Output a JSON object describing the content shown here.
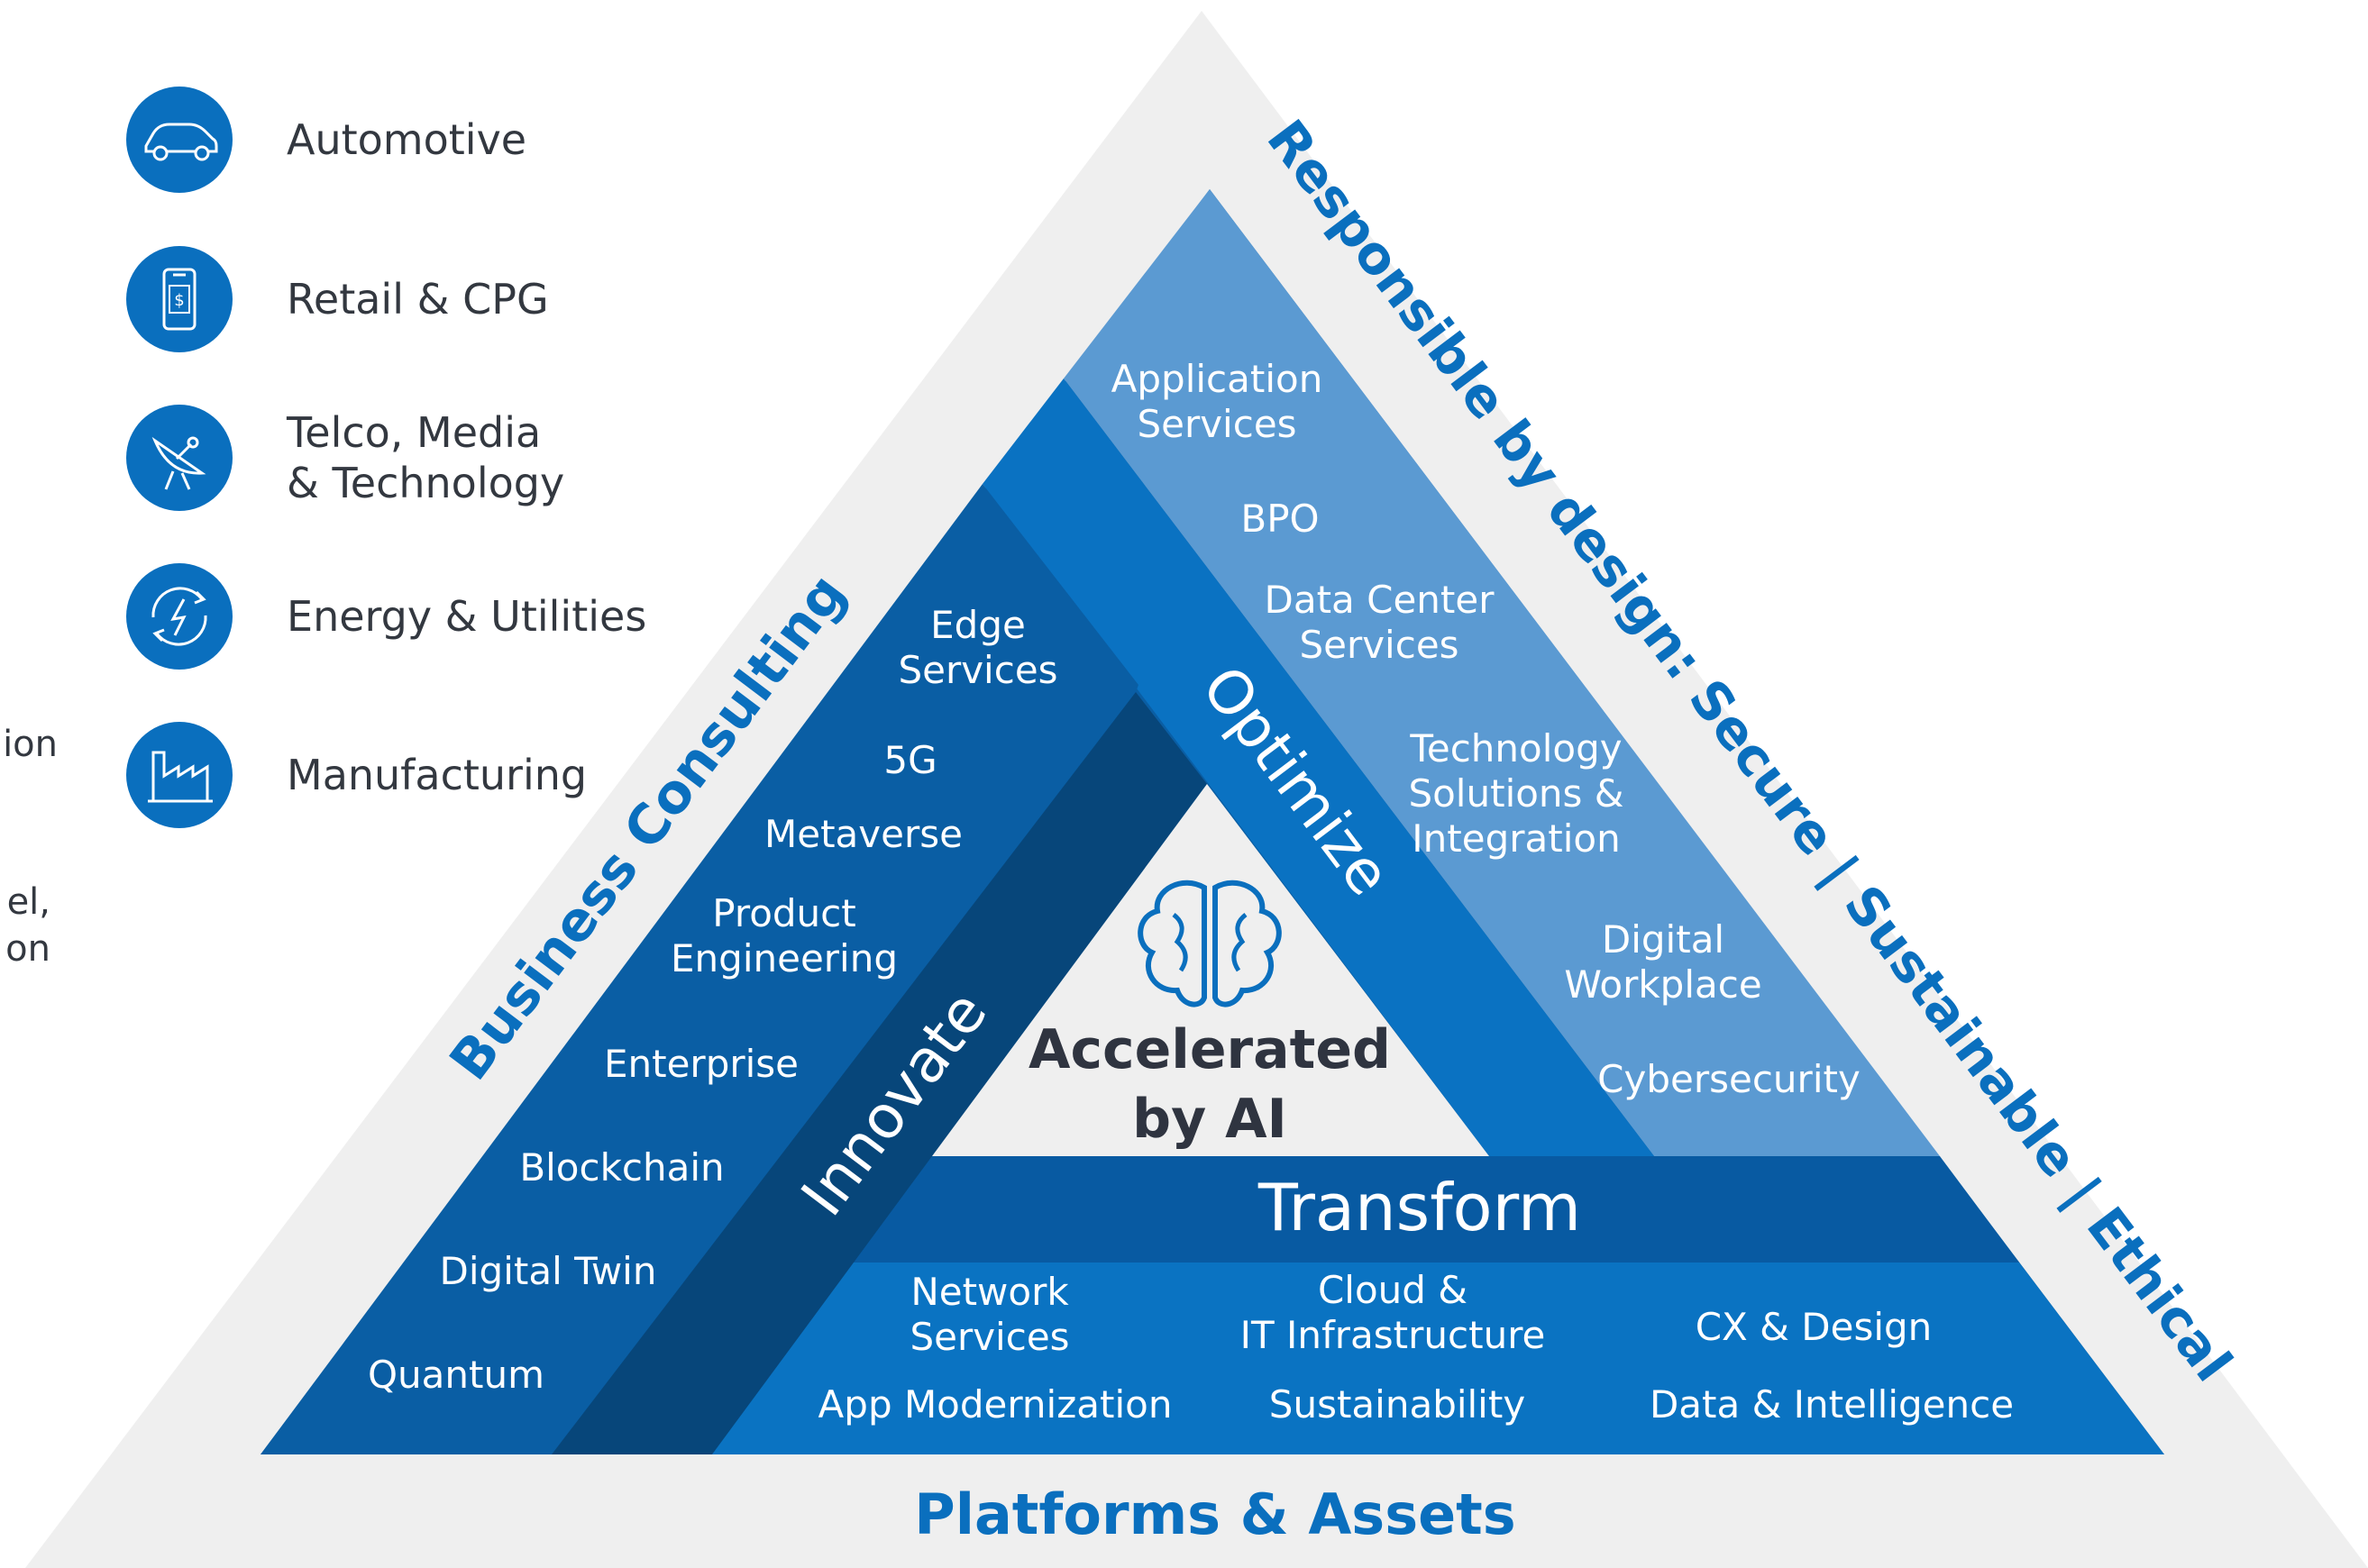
{
  "industries": [
    {
      "label": "Automotive",
      "icon": "car-icon"
    },
    {
      "label": "Retail & CPG",
      "icon": "mobile-payment-icon"
    },
    {
      "label": "Telco, Media\n& Technology",
      "icon": "satellite-dish-icon"
    },
    {
      "label": "Energy & Utilities",
      "icon": "energy-cycle-icon"
    },
    {
      "label": "Manufacturing",
      "icon": "factory-icon"
    }
  ],
  "left_edge_fragments": {
    "fragment_1": "ion",
    "fragment_2": "el,\non"
  },
  "pyramid": {
    "outer_left_label": "Business Consulting",
    "outer_right_label": "Responsible by design: Secure | Sustainable | Ethical",
    "bottom_label": "Platforms & Assets",
    "center_label": [
      "Accelerated",
      "by AI"
    ],
    "center_icon": "brain-icon",
    "innovate": {
      "title": "Innovate",
      "items": [
        [
          "Edge",
          "Services"
        ],
        [
          "5G"
        ],
        [
          "Metaverse"
        ],
        [
          "Product",
          "Engineering"
        ],
        [
          "Enterprise"
        ],
        [
          "Blockchain"
        ],
        [
          "Digital Twin"
        ],
        [
          "Quantum"
        ]
      ]
    },
    "optimize": {
      "title": "Optimize",
      "items": [
        [
          "Application",
          "Services"
        ],
        [
          "BPO"
        ],
        [
          "Data Center",
          "Services"
        ],
        [
          "Technology",
          "Solutions &",
          "Integration"
        ],
        [
          "Digital",
          "Workplace"
        ],
        [
          "Cybersecurity"
        ]
      ]
    },
    "transform": {
      "title": "Transform",
      "items": [
        [
          "Network",
          "Services"
        ],
        [
          "Cloud &",
          "IT Infrastructure"
        ],
        [
          "CX & Design"
        ],
        [
          "App Modernization"
        ],
        [
          "Sustainability"
        ],
        [
          "Data & Intelligence"
        ]
      ]
    }
  },
  "colors": {
    "outer_gray": "#efefef",
    "innovate_dark": "#0a5ea4",
    "innovate_band": "#07467a",
    "optimize_band": "#0a72c2",
    "optimize_light": "#5b9ad2",
    "transform_band": "#085aa2",
    "transform_light": "#0a73c2",
    "accent_text": "#0a6fbe",
    "center_text": "#2f3440"
  }
}
